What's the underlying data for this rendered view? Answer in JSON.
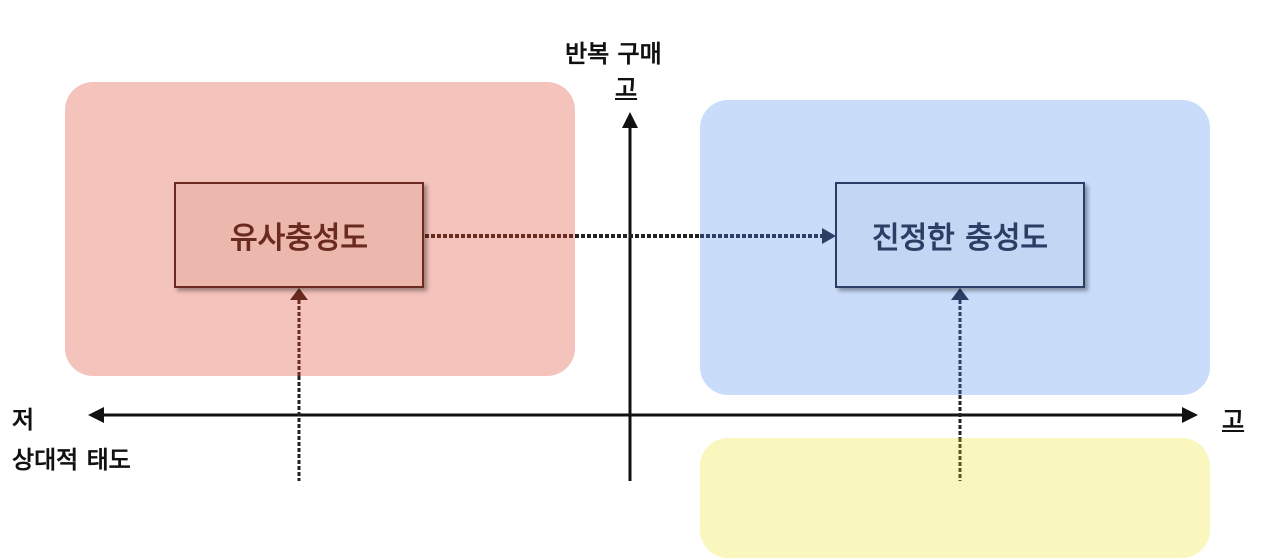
{
  "diagram": {
    "y_axis": {
      "title": "반복 구매",
      "high_label": "고"
    },
    "x_axis": {
      "title": "상대적 태도",
      "low_label": "저",
      "high_label": "고"
    },
    "quadrants": {
      "top_left": {
        "color": "#f4c3bb"
      },
      "top_right": {
        "color": "#c9ddfb"
      },
      "bottom_right": {
        "color": "#f9f7bd"
      }
    },
    "nodes": {
      "pseudo_loyalty": {
        "label": "유사충성도",
        "fill": "#ecb8ae",
        "border": "#6b2a20",
        "text_color": "#6b2a20"
      },
      "true_loyalty": {
        "label": "진정한 충성도",
        "fill": "#c3d6f3",
        "border": "#2c3e66",
        "text_color": "#2c3e66"
      }
    },
    "edges": [
      {
        "from": "pseudo_loyalty",
        "to": "true_loyalty",
        "style": "dotted"
      },
      {
        "from": "bottom",
        "to": "pseudo_loyalty",
        "style": "dotted"
      },
      {
        "from": "bottom_right",
        "to": "true_loyalty",
        "style": "dotted"
      }
    ]
  }
}
